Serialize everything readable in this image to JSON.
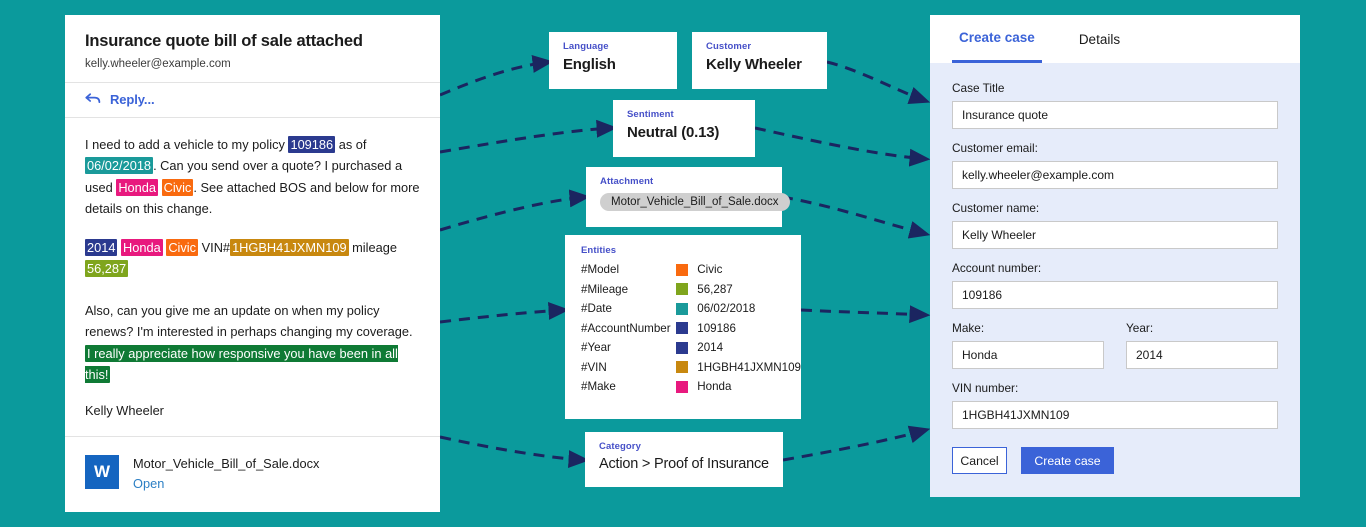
{
  "theme": {
    "background": "#0b9a9c",
    "accent_blue": "#3b63d8",
    "label_purple": "#4650c8",
    "connector": "#1b2560"
  },
  "email": {
    "subject": "Insurance quote bill of sale attached",
    "from": "kelly.wheeler@example.com",
    "reply_label": "Reply...",
    "reply_icon": "reply-arrow-icon",
    "paragraph1": {
      "t1": "I need to add a vehicle to my policy ",
      "h1": "109186",
      "t2": " as of ",
      "h2": "06/02/2018",
      "t3": ". Can you send over a quote? I purchased a used ",
      "h3": "Honda",
      "t4": " ",
      "h4": "Civic",
      "t5": ". See attached BOS and below for more details on this change."
    },
    "paragraph2": {
      "h1": "2014",
      "t1": " ",
      "h2": "Honda",
      "t2": " ",
      "h3": "Civic",
      "t3": " VIN#",
      "h4": "1HGBH41JXMN109",
      "t4": " mileage ",
      "h5": "56,287"
    },
    "paragraph3": {
      "t1": "Also, can you give me an update on when my policy renews? I'm interested in perhaps changing my coverage. ",
      "h1": "I really appreciate how responsive you have been in all this!"
    },
    "signature": "Kelly Wheeler",
    "attachment": {
      "icon": "word-document-icon",
      "icon_letter": "W",
      "filename": "Motor_Vehicle_Bill_of_Sale.docx",
      "open_label": "Open"
    }
  },
  "insights": {
    "language": {
      "label": "Language",
      "value": "English"
    },
    "customer": {
      "label": "Customer",
      "value": "Kelly Wheeler"
    },
    "sentiment": {
      "label": "Sentiment",
      "value": "Neutral (0.13)"
    },
    "attachment": {
      "label": "Attachment",
      "chip": "Motor_Vehicle_Bill_of_Sale.docx"
    },
    "category": {
      "label": "Category",
      "value": "Action > Proof of Insurance"
    },
    "entities": {
      "label": "Entities",
      "rows": [
        {
          "key": "#Model",
          "color": "#f96a0f",
          "value": "Civic"
        },
        {
          "key": "#Mileage",
          "color": "#7fa51d",
          "value": "56,287"
        },
        {
          "key": "#Date",
          "color": "#1a9a9a",
          "value": "06/02/2018"
        },
        {
          "key": "#AccountNumber",
          "color": "#2b3a8f",
          "value": "109186"
        },
        {
          "key": "#Year",
          "color": "#2b3a8f",
          "value": "2014"
        },
        {
          "key": "#VIN",
          "color": "#c8880f",
          "value": "1HGBH41JXMN109"
        },
        {
          "key": "#Make",
          "color": "#e8197e",
          "value": "Honda"
        }
      ]
    }
  },
  "case_panel": {
    "tabs": [
      {
        "label": "Create case",
        "active": true
      },
      {
        "label": "Details",
        "active": false
      }
    ],
    "fields": {
      "case_title": {
        "label": "Case Title",
        "value": "Insurance quote"
      },
      "customer_email": {
        "label": "Customer email:",
        "value": "kelly.wheeler@example.com"
      },
      "customer_name": {
        "label": "Customer name:",
        "value": "Kelly Wheeler"
      },
      "account_number": {
        "label": "Account number:",
        "value": "109186"
      },
      "make": {
        "label": "Make:",
        "value": "Honda"
      },
      "year": {
        "label": "Year:",
        "value": "2014"
      },
      "vin_number": {
        "label": "VIN number:",
        "value": "1HGBH41JXMN109"
      }
    },
    "buttons": {
      "cancel": "Cancel",
      "create": "Create case"
    }
  }
}
